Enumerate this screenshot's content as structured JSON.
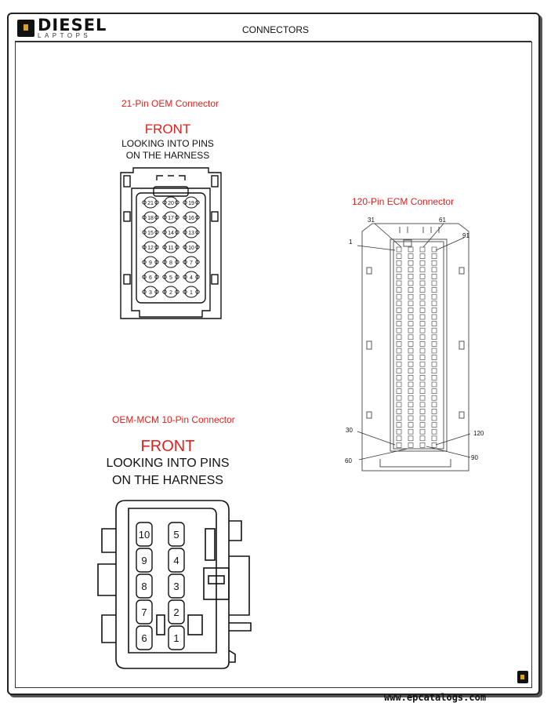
{
  "header": {
    "logo_main": "DIESEL",
    "logo_sub": "LAPTOPS",
    "title": "CONNECTORS"
  },
  "oem21": {
    "title": "21-Pin OEM Connector",
    "front": "FRONT",
    "line1": "LOOKING INTO PINS",
    "line2": "ON THE HARNESS",
    "pin_rows": [
      [
        "21",
        "20",
        "19"
      ],
      [
        "18",
        "17",
        "16"
      ],
      [
        "15",
        "14",
        "13"
      ],
      [
        "12",
        "11",
        "10"
      ],
      [
        "9",
        "8",
        "7"
      ],
      [
        "6",
        "5",
        "4"
      ],
      [
        "3",
        "2",
        "1"
      ]
    ]
  },
  "ecm120": {
    "title": "120-Pin ECM Connector",
    "labels": {
      "p1": "1",
      "p31": "31",
      "p61": "61",
      "p91": "91",
      "p30": "30",
      "p60": "60",
      "p90": "90",
      "p120": "120"
    }
  },
  "mcm10": {
    "title": "OEM-MCM 10-Pin Connector",
    "front": "FRONT",
    "line1": "LOOKING INTO PINS",
    "line2": "ON THE HARNESS",
    "left_pins": [
      "10",
      "9",
      "8",
      "7",
      "6"
    ],
    "right_pins": [
      "5",
      "4",
      "3",
      "2",
      "1"
    ]
  },
  "footer": {
    "watermark": "www.epcatalogs.com"
  }
}
